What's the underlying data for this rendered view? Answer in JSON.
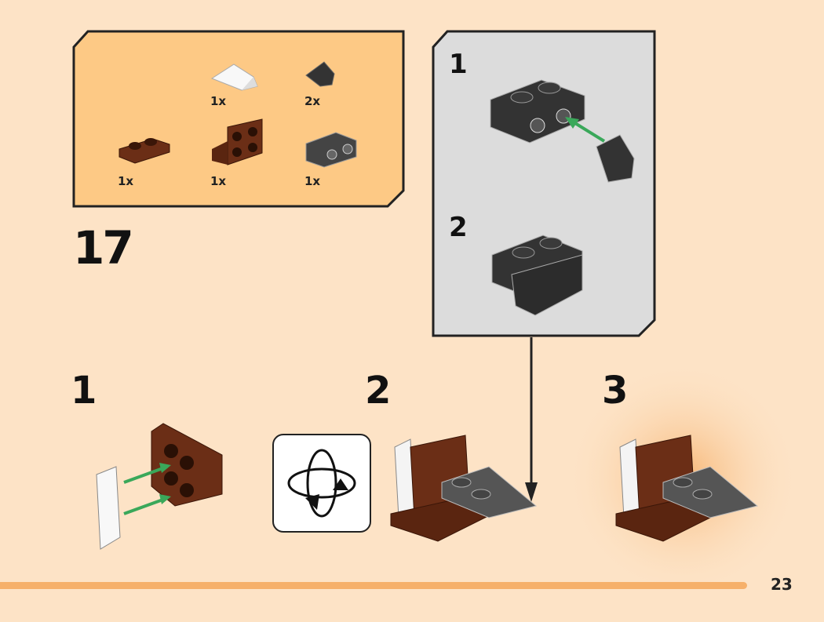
{
  "step": {
    "number": "17"
  },
  "parts_list": {
    "items": [
      {
        "part": "white-slope-1x2",
        "qty": "1x",
        "color": "#f4f4f4"
      },
      {
        "part": "black-slope-1x1",
        "qty": "2x",
        "color": "#333333"
      },
      {
        "part": "brown-plate-1x2",
        "qty": "1x",
        "color": "#6b2e16"
      },
      {
        "part": "brown-bracket-2x2",
        "qty": "1x",
        "color": "#6b2e16"
      },
      {
        "part": "dark-gray-bracket-1x2",
        "qty": "1x",
        "color": "#4a4a4a"
      }
    ]
  },
  "sub_build": {
    "steps": [
      "1",
      "2"
    ]
  },
  "substeps": [
    "1",
    "2",
    "3"
  ],
  "page_number": "23",
  "colors": {
    "background": "#fde3c6",
    "parts_box": "#fdc985",
    "subpanel": "#dcdcdc",
    "arrow": "#3aa85a",
    "rule": "#f6b06a"
  }
}
